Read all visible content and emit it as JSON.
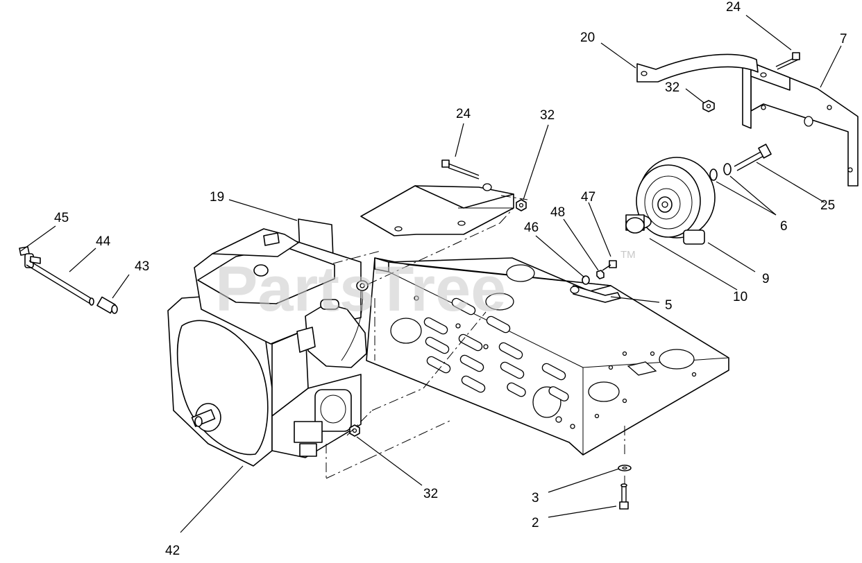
{
  "watermark": {
    "text": "PartsTree",
    "trademark": "TM"
  },
  "callouts": [
    {
      "id": "c24a",
      "label": "24"
    },
    {
      "id": "c7",
      "label": "7"
    },
    {
      "id": "c20",
      "label": "20"
    },
    {
      "id": "c32a",
      "label": "32"
    },
    {
      "id": "c24b",
      "label": "24"
    },
    {
      "id": "c32b",
      "label": "32"
    },
    {
      "id": "c19",
      "label": "19"
    },
    {
      "id": "c25",
      "label": "25"
    },
    {
      "id": "c47",
      "label": "47"
    },
    {
      "id": "c48",
      "label": "48"
    },
    {
      "id": "c6",
      "label": "6"
    },
    {
      "id": "c45",
      "label": "45"
    },
    {
      "id": "c46",
      "label": "46"
    },
    {
      "id": "c44",
      "label": "44"
    },
    {
      "id": "c43",
      "label": "43"
    },
    {
      "id": "c9",
      "label": "9"
    },
    {
      "id": "c10",
      "label": "10"
    },
    {
      "id": "c5",
      "label": "5"
    },
    {
      "id": "c32c",
      "label": "32"
    },
    {
      "id": "c3",
      "label": "3"
    },
    {
      "id": "c2",
      "label": "2"
    },
    {
      "id": "c42",
      "label": "42"
    }
  ]
}
